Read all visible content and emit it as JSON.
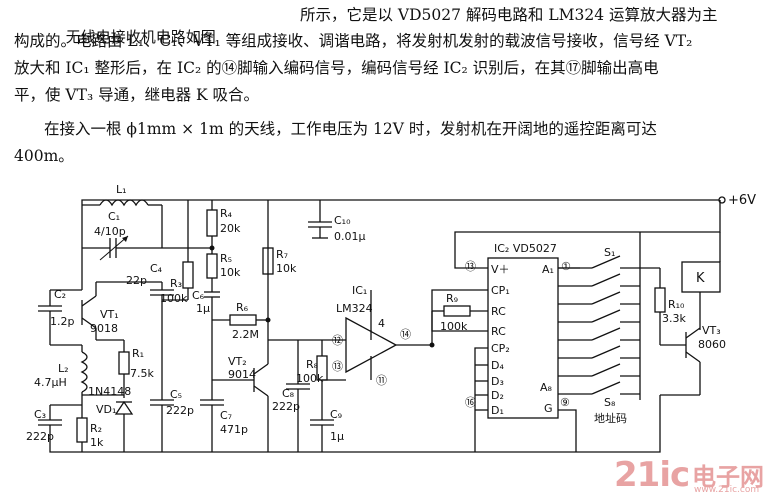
{
  "text": {
    "title": "无线电接收机电路如图",
    "line1": "所示，它是以 VD5027 解码电路和 LM324 运算放大器为主",
    "line2": "构成的。电路由 L₁、C₁、VT₁ 等组成接收、调谐电路，将发射机发射的载波信号接收，信号经 VT₂",
    "line3": "放大和 IC₁ 整形后，在 IC₂ 的⑭脚输入编码信号，编码信号经 IC₂ 识别后，在其⑰脚输出高电",
    "line4": "平，使 VT₃ 导通，继电器 K 吸合。",
    "line5": "在接入一根 ϕ1mm × 1m 的天线，工作电压为 12V 时，发射机在开阔地的遥控距离可达",
    "line6": "400m。"
  },
  "labels": {
    "L1": "L₁",
    "C1": "C₁",
    "C1v": "4/10p",
    "R4": "R₄",
    "R4v": "20k",
    "C10": "C₁₀",
    "C10v": "0.01μ",
    "supply": "+6V",
    "C4": "C₄",
    "C4v": "22p",
    "R3": "R₃",
    "R3v": "100k",
    "R5": "R₅",
    "R5v": "10k",
    "R7": "R₇",
    "R7v": "10k",
    "C2": "C₂",
    "C2v": "1.2p",
    "VT1": "VT₁",
    "VT1v": "9018",
    "C6": "C₆",
    "C6v": "1μ",
    "R6": "R₆",
    "R6v": "2.2M",
    "IC1": "IC₁",
    "IC1v": "LM324",
    "pin14": "⑭",
    "pin12": "⑫",
    "pin13": "⑬",
    "pin11": "⑪",
    "L2": "L₂",
    "L2v": "4.7μH",
    "R1": "R₁",
    "R1v": "7.5k",
    "VT2": "VT₂",
    "VT2v": "9014",
    "C8": "C₈",
    "C8v": "222p",
    "R8": "R₈",
    "R8v": "100k",
    "D1v": "1N4148",
    "VD1": "VD₁",
    "C5": "C₅",
    "C5v": "222p",
    "C3": "C₃",
    "C3v": "222p",
    "R2": "R₂",
    "R2v": "1k",
    "C7": "C₇",
    "C7v": "471p",
    "C9": "C₉",
    "C9v": "1μ",
    "IC2": "IC₂ VD5027",
    "ic2pinVp": "V＋",
    "ic2pin1": "①",
    "ic2pinA1": "A₁",
    "ic2pin13": "⑬",
    "ic2CP1": "CP₁",
    "R9": "R₉",
    "R9v": "100k",
    "ic2RC1": "RC",
    "ic2RC2": "RC",
    "ic2CP2": "CP₂",
    "ic2D4": "D₄",
    "ic2D3": "D₃",
    "ic2D2": "D₂",
    "ic2D1": "D₁",
    "ic2A8": "A₈",
    "ic2G": "G",
    "pin16": "⑯",
    "pin9": "⑨",
    "S1": "S₁",
    "S8": "S₈",
    "addr": "地址码",
    "K": "K",
    "R10": "R₁₀",
    "R10v": "3.3k",
    "VT3": "VT₃",
    "VT3v": "8060"
  },
  "watermark": {
    "main": "21ic",
    "cn": "电子网",
    "url": "www.21ic.com"
  }
}
